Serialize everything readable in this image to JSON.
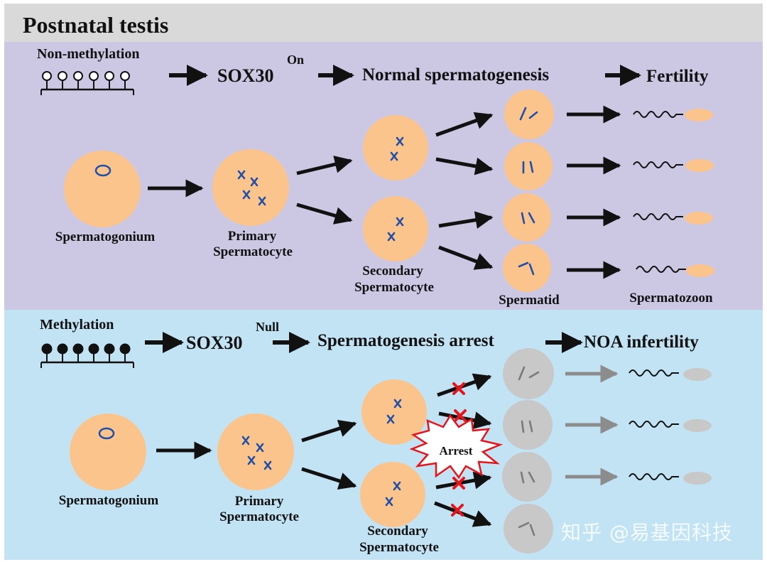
{
  "title": "Postnatal testis",
  "top": {
    "methylation_label": "Non-methylation",
    "gene": "SOX30",
    "gene_state": "On",
    "outcome": "Normal spermatogenesis",
    "result": "Fertility",
    "cells": {
      "spermatogonium": "Spermatogonium",
      "primary_line1": "Primary",
      "primary_line2": "Spermatocyte",
      "secondary_line1": "Secondary",
      "secondary_line2": "Spermatocyte",
      "spermatid": "Spermatid",
      "spermatozoon": "Spermatozoon"
    }
  },
  "bottom": {
    "methylation_label": "Methylation",
    "gene": "SOX30",
    "gene_state": "Null",
    "outcome": "Spermatogenesis arrest",
    "result": "NOA infertility",
    "arrest_label": "Arrest",
    "cells": {
      "spermatogonium": "Spermatogonium",
      "primary_line1": "Primary",
      "primary_line2": "Spermatocyte",
      "secondary_line1": "Secondary",
      "secondary_line2": "Spermatocyte"
    }
  },
  "colors": {
    "top_panel": "#ccc8e4",
    "bottom_panel": "#c2e3f4",
    "cell": "#fbc48d",
    "arrested_cell": "#c8c8c8",
    "chromosome": "#1f4fa8",
    "block_mark": "#e8141b"
  },
  "watermark": "知乎 @易基因科技"
}
